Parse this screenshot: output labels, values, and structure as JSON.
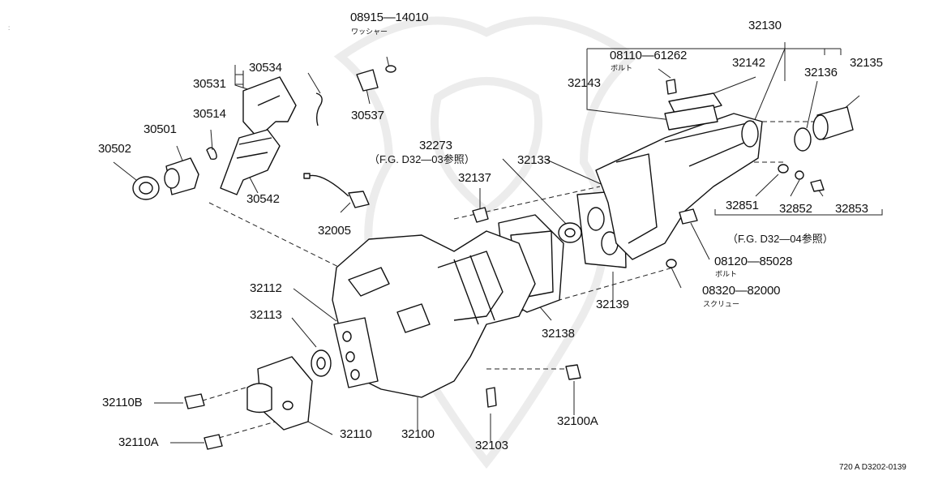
{
  "labels": {
    "p08915_14010": "08915—14010",
    "p08915_14010_sub": "ワッシャー",
    "p30534": "30534",
    "p30531": "30531",
    "p30514": "30514",
    "p30501": "30501",
    "p30502": "30502",
    "p30542": "30542",
    "p30537": "30537",
    "p32005": "32005",
    "p32273": "32273",
    "p32273_ref": "（F.G. D32—03参照）",
    "p32137": "32137",
    "p32133": "32133",
    "p32130": "32130",
    "p08110_61262": "08110—61262",
    "p08110_61262_sub": "ボルト",
    "p32142": "32142",
    "p32143": "32143",
    "p32136": "32136",
    "p32135": "32135",
    "p32851": "32851",
    "p32852": "32852",
    "p32853": "32853",
    "p32853_ref": "（F.G. D32—04参照）",
    "p08120_85028": "08120—85028",
    "p08120_85028_sub": "ボルト",
    "p08320_82000": "08320—82000",
    "p08320_82000_sub": "スクリュー",
    "p32139": "32139",
    "p32138": "32138",
    "p32112": "32112",
    "p32113": "32113",
    "p32110B": "32110B",
    "p32110A": "32110A",
    "p32110": "32110",
    "p32100": "32100",
    "p32103": "32103",
    "p32100A": "32100A"
  },
  "footer": {
    "code": "720 A D3202-0139"
  },
  "marks": {
    "corner": ":"
  }
}
